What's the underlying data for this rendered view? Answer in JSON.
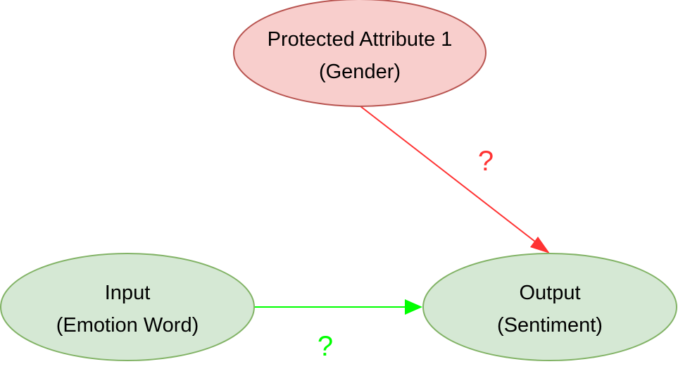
{
  "colors": {
    "protected_fill": "#f8cecc",
    "protected_stroke": "#b85450",
    "green_fill": "#d5e8d4",
    "green_stroke": "#82b366",
    "red_edge": "#ff3333",
    "green_edge": "#00ff00"
  },
  "nodes": {
    "protected": {
      "line1": "Protected Attribute 1",
      "line2": "(Gender)"
    },
    "input": {
      "line1": "Input",
      "line2": "(Emotion Word)"
    },
    "output": {
      "line1": "Output",
      "line2": "(Sentiment)"
    }
  },
  "edges": {
    "protected_to_output": {
      "label": "?"
    },
    "input_to_output": {
      "label": "?"
    }
  }
}
